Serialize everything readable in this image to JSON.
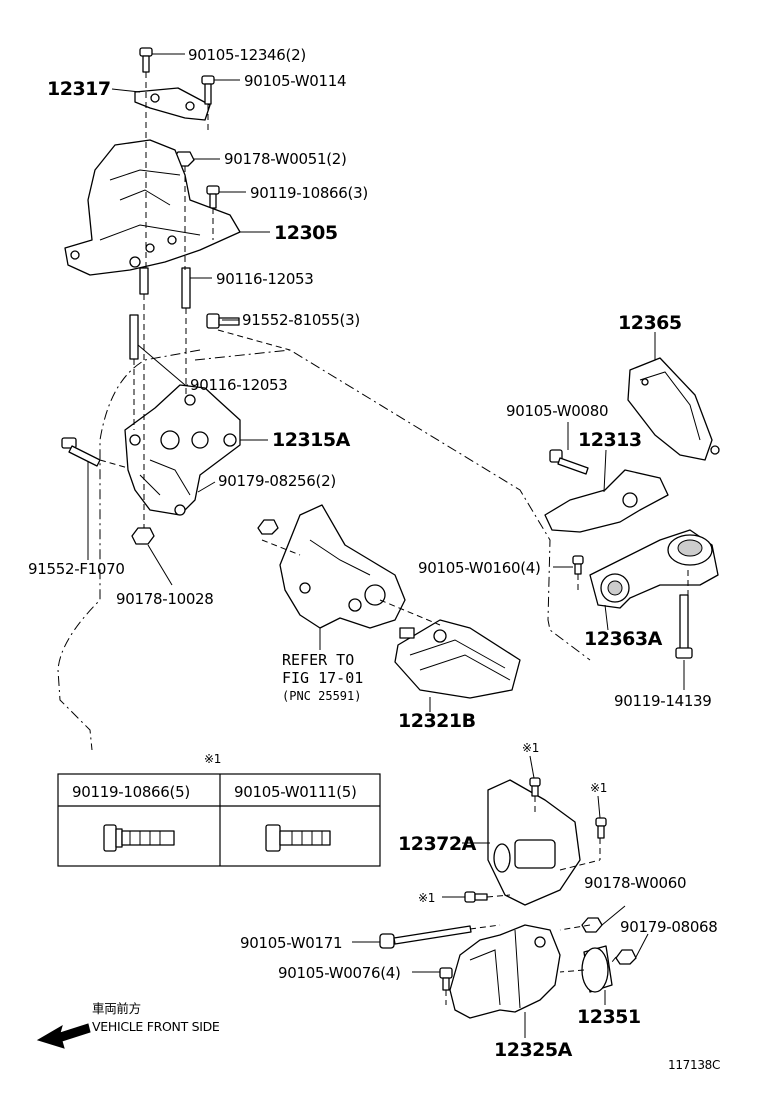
{
  "callouts": {
    "p12317": "12317",
    "p90105_12346": "90105-12346(2)",
    "p90105_W0114": "90105-W0114",
    "p90178_W0051": "90178-W0051(2)",
    "p90119_10866_3": "90119-10866(3)",
    "p12305": "12305",
    "p90116_12053_a": "90116-12053",
    "p91552_81055": "91552-81055(3)",
    "p90116_12053_b": "90116-12053",
    "p12315A": "12315A",
    "p90179_08256": "90179-08256(2)",
    "p91552_F1070": "91552-F1070",
    "p90178_10028": "90178-10028",
    "p12365": "12365",
    "p90105_W0080": "90105-W0080",
    "p12313": "12313",
    "p90105_W0160": "90105-W0160(4)",
    "p12363A": "12363A",
    "p90119_14139": "90119-14139",
    "p12321B": "12321B",
    "p12372A": "12372A",
    "p90178_W0060": "90178-W0060",
    "p90179_08068": "90179-08068",
    "p90105_W0171": "90105-W0171",
    "p90105_W0076": "90105-W0076(4)",
    "p12351": "12351",
    "p12325A": "12325A"
  },
  "refer": {
    "line1": "REFER TO",
    "line2": "FIG 17-01",
    "line3": "(PNC 25591)"
  },
  "note_marks": {
    "m1": "※1",
    "m2": "※1",
    "m3": "※1",
    "table_mark": "※1"
  },
  "bolt_table": {
    "col1": "90119-10866(5)",
    "col2": "90105-W0111(5)"
  },
  "direction": {
    "jp": "車両前方",
    "en": "VEHICLE FRONT SIDE"
  },
  "figure_id": "117138C"
}
